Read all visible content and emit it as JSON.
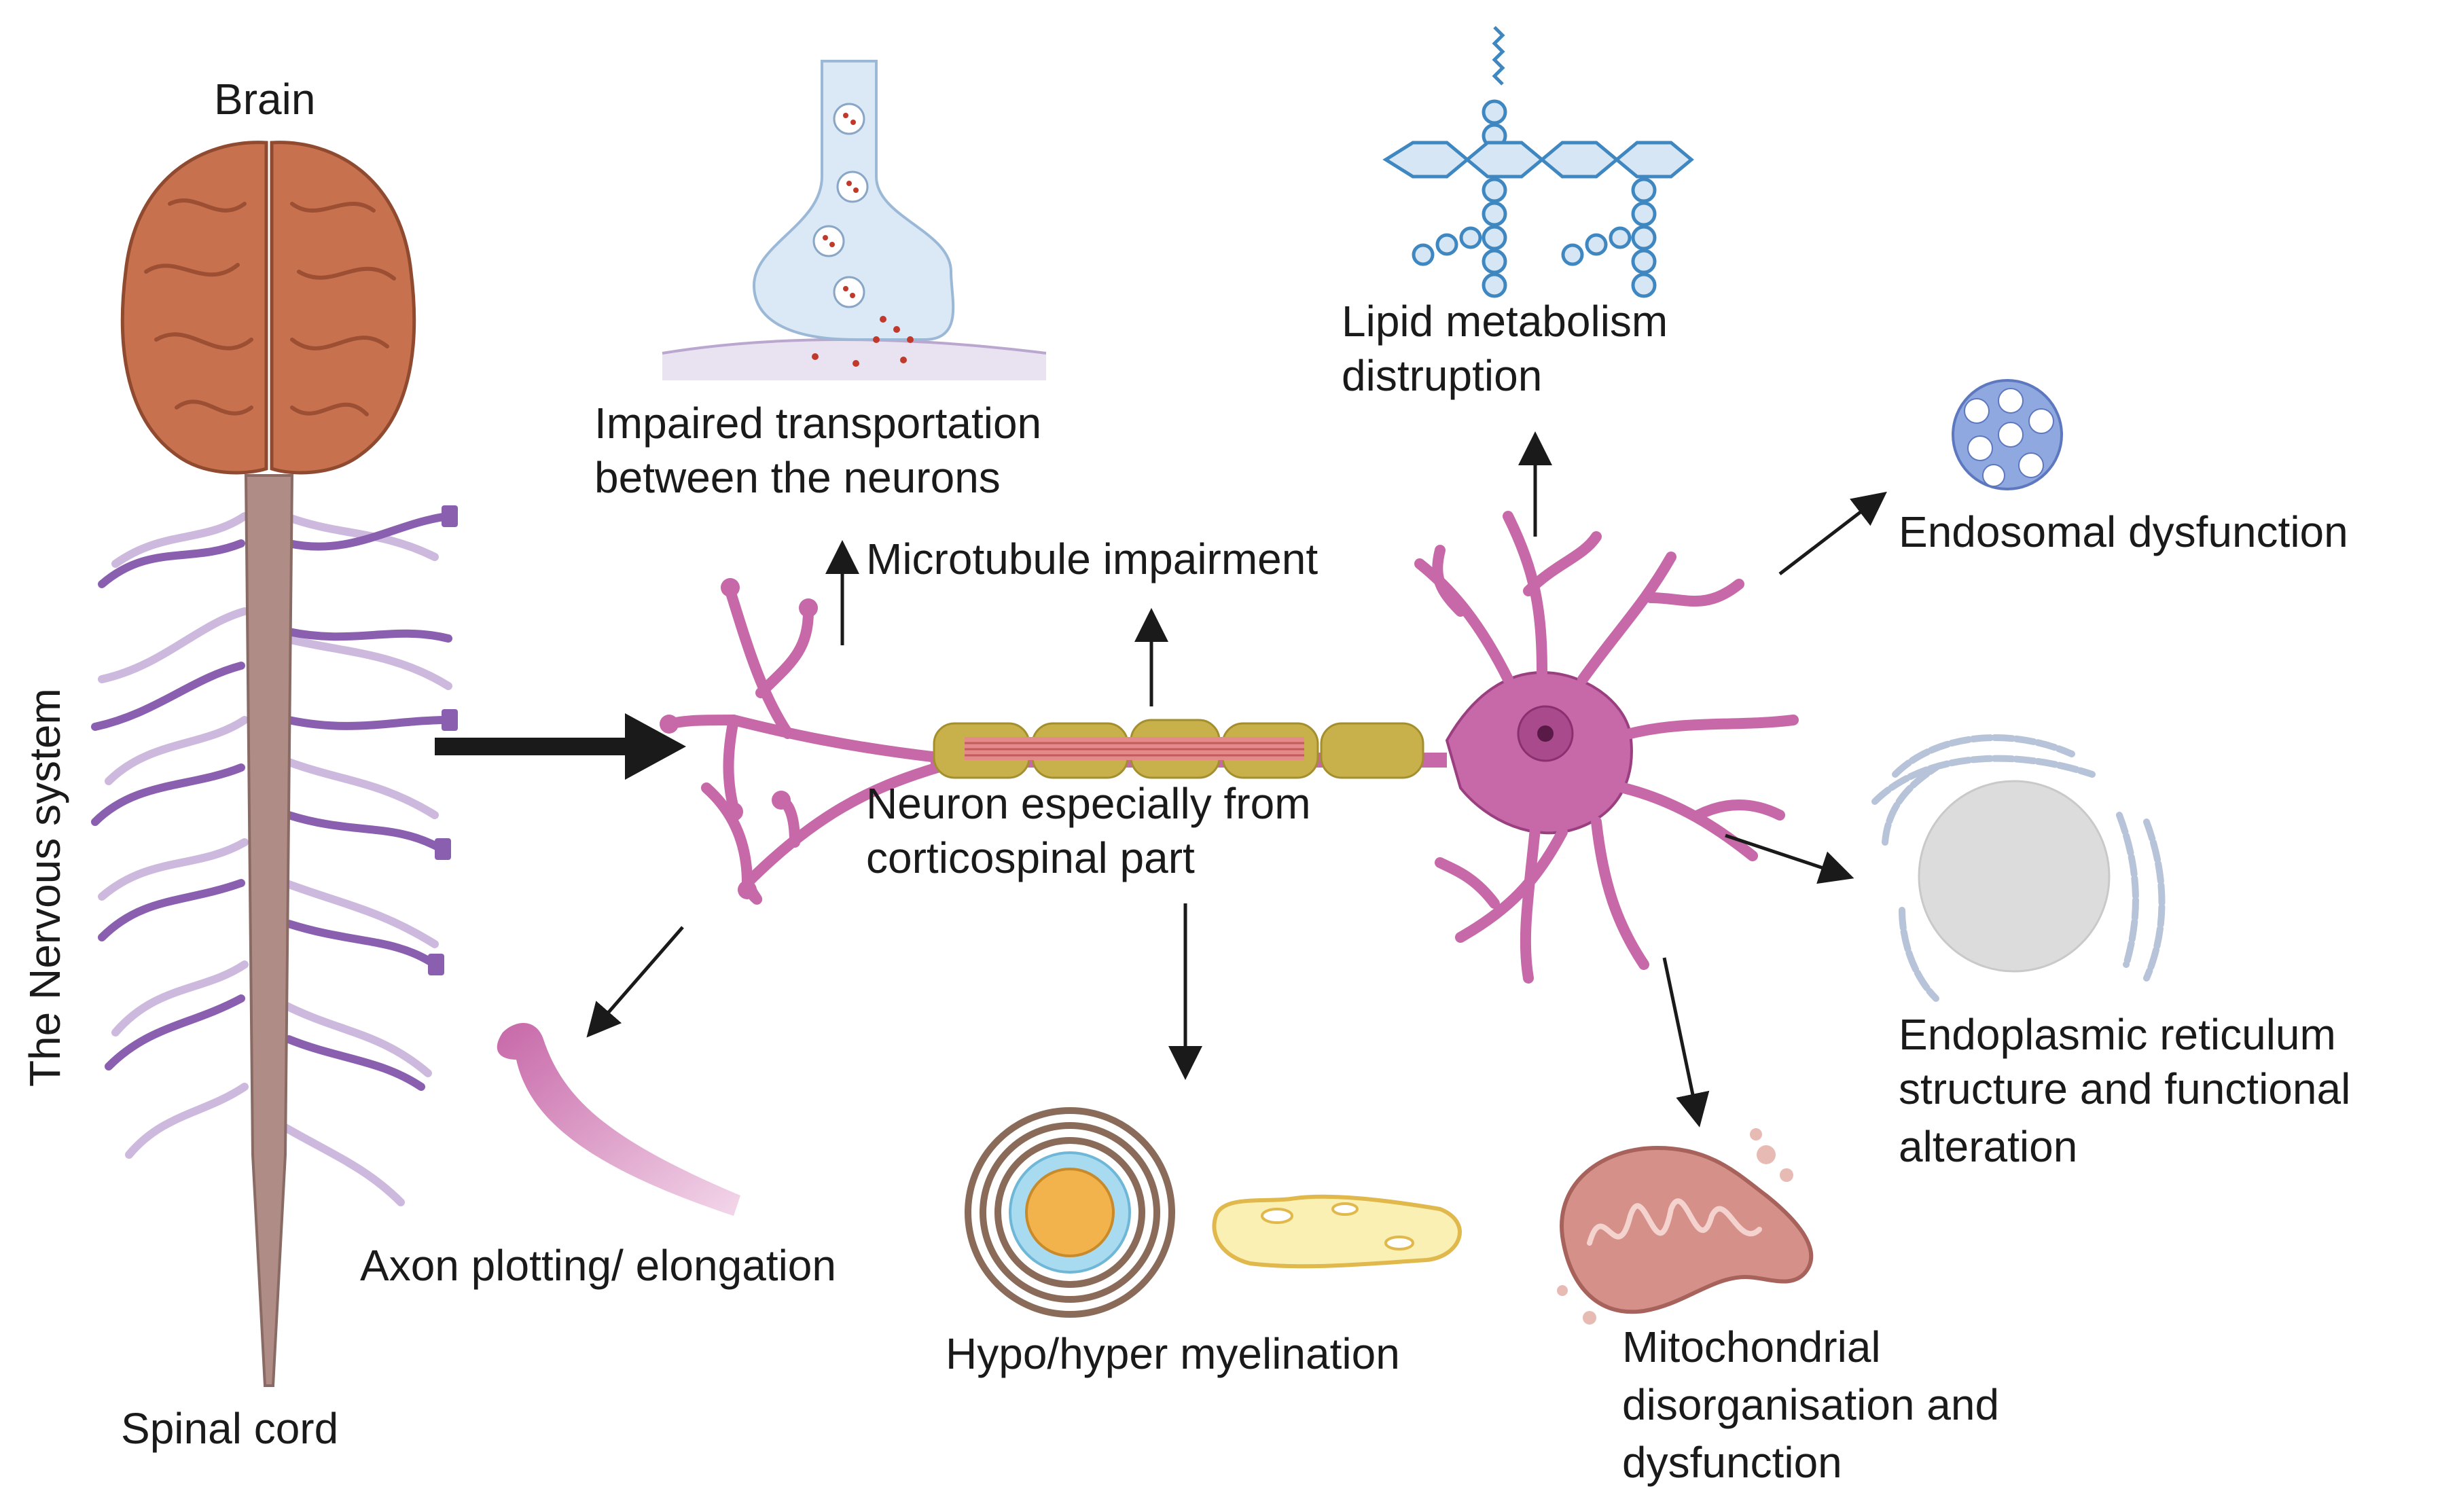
{
  "labels": {
    "brain": "Brain",
    "spinal_cord": "Spinal cord",
    "nervous_system": "The Nervous system",
    "impaired_1": "Impaired transportation",
    "impaired_2": "between the neurons",
    "microtubule": "Microtubule impairment",
    "lipid_1": "Lipid metabolism",
    "lipid_2": "distruption",
    "endosomal": "Endosomal dysfunction",
    "neuron_1": "Neuron especially from",
    "neuron_2": "corticospinal part",
    "er_1": "Endoplasmic reticulum",
    "er_2": "structure and functional",
    "er_3": "alteration",
    "axon": "Axon plotting/ elongation",
    "myelin": "Hypo/hyper myelination",
    "mito_1": "Mitochondrial",
    "mito_2": "disorganisation and",
    "mito_3": "dysfunction"
  },
  "colors": {
    "brain": "#c8714f",
    "brain_dark": "#9c4f33",
    "spinal": "#b08c86",
    "nerve": "#8a5fb0",
    "nerve_light": "#c9b3dc",
    "neuron": "#c768a8",
    "neuron_dark": "#9a3f80",
    "myelin": "#c8b04a",
    "microtubule": "#e58a8a",
    "synapse": "#dbe9f6",
    "lipid": "#3f87c0",
    "endosome": "#8fa8e0",
    "er": "#b7c3d8",
    "mito": "#d6908a",
    "arrow": "#1a1a1a"
  }
}
